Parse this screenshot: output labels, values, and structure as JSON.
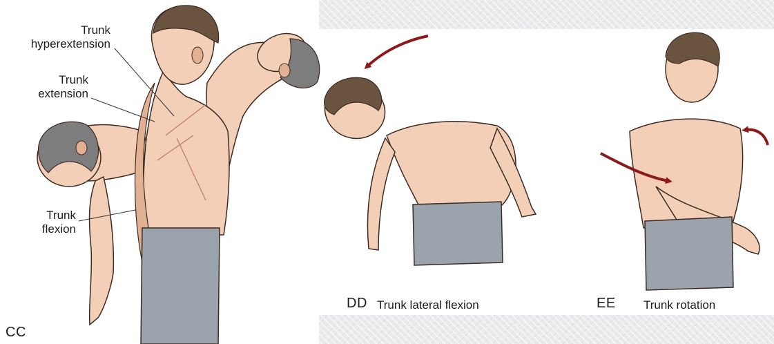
{
  "figure": {
    "panels": [
      {
        "id": "CC",
        "letter": "CC",
        "callouts": [
          {
            "line1": "Trunk",
            "line2": "hyperextension"
          },
          {
            "line1": "Trunk",
            "line2": "extension"
          },
          {
            "line1": "Trunk",
            "line2": "flexion"
          }
        ]
      },
      {
        "id": "DD",
        "letter": "DD",
        "caption": "Trunk lateral flexion"
      },
      {
        "id": "EE",
        "letter": "EE",
        "caption": "Trunk rotation"
      }
    ]
  },
  "colors": {
    "skin": "#f2cfb6",
    "skin_shadow": "#e2b194",
    "hair": "#6a5440",
    "hair_grey": "#7d7d7d",
    "shorts": "#9ba3ac",
    "arrow": "#8b1a1a",
    "outline": "#3a2a22",
    "panel_background": "#ffffff",
    "slide_background": "#e8eaec"
  },
  "icons": {
    "motion_arrows": "curved-arrow-icon"
  }
}
